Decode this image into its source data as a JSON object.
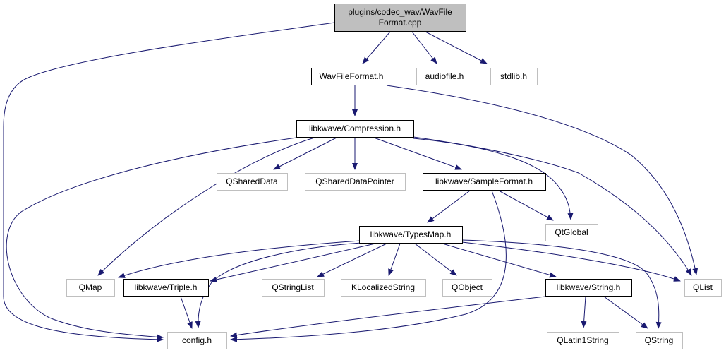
{
  "colors": {
    "edge": "#191970",
    "root_fill": "#bfbfbf",
    "root_border": "#000000",
    "documented_border": "#000000",
    "external_border": "#bfbfbf",
    "node_fill": "#ffffff",
    "text": "#000000"
  },
  "nodes": {
    "root": {
      "lines": [
        "plugins/codec_wav/WavFile",
        "Format.cpp"
      ],
      "kind": "root"
    },
    "wavfileformat_h": {
      "lines": [
        "WavFileFormat.h"
      ],
      "kind": "documented"
    },
    "audiofile_h": {
      "lines": [
        "audiofile.h"
      ],
      "kind": "external"
    },
    "stdlib_h": {
      "lines": [
        "stdlib.h"
      ],
      "kind": "external"
    },
    "compression_h": {
      "lines": [
        "libkwave/Compression.h"
      ],
      "kind": "documented"
    },
    "qshareddata": {
      "lines": [
        "QSharedData"
      ],
      "kind": "external"
    },
    "qshareddatapointer": {
      "lines": [
        "QSharedDataPointer"
      ],
      "kind": "external"
    },
    "sampleformat_h": {
      "lines": [
        "libkwave/SampleFormat.h"
      ],
      "kind": "documented"
    },
    "qtglobal": {
      "lines": [
        "QtGlobal"
      ],
      "kind": "external"
    },
    "typesmap_h": {
      "lines": [
        "libkwave/TypesMap.h"
      ],
      "kind": "documented"
    },
    "qmap": {
      "lines": [
        "QMap"
      ],
      "kind": "external"
    },
    "triple_h": {
      "lines": [
        "libkwave/Triple.h"
      ],
      "kind": "documented"
    },
    "qstringlist": {
      "lines": [
        "QStringList"
      ],
      "kind": "external"
    },
    "klocalizedstring": {
      "lines": [
        "KLocalizedString"
      ],
      "kind": "external"
    },
    "qobject": {
      "lines": [
        "QObject"
      ],
      "kind": "external"
    },
    "string_h": {
      "lines": [
        "libkwave/String.h"
      ],
      "kind": "documented"
    },
    "qlist": {
      "lines": [
        "QList"
      ],
      "kind": "external"
    },
    "config_h": {
      "lines": [
        "config.h"
      ],
      "kind": "external"
    },
    "qlatin1string": {
      "lines": [
        "QLatin1String"
      ],
      "kind": "external"
    },
    "qstring": {
      "lines": [
        "QString"
      ],
      "kind": "external"
    }
  },
  "edges": [
    [
      "root",
      "wavfileformat_h"
    ],
    [
      "root",
      "audiofile_h"
    ],
    [
      "root",
      "stdlib_h"
    ],
    [
      "root",
      "config_h"
    ],
    [
      "wavfileformat_h",
      "compression_h"
    ],
    [
      "wavfileformat_h",
      "qlist"
    ],
    [
      "compression_h",
      "qshareddata"
    ],
    [
      "compression_h",
      "qshareddatapointer"
    ],
    [
      "compression_h",
      "sampleformat_h"
    ],
    [
      "compression_h",
      "qtglobal"
    ],
    [
      "compression_h",
      "qmap"
    ],
    [
      "compression_h",
      "config_h"
    ],
    [
      "compression_h",
      "qlist"
    ],
    [
      "sampleformat_h",
      "typesmap_h"
    ],
    [
      "sampleformat_h",
      "qtglobal"
    ],
    [
      "sampleformat_h",
      "config_h"
    ],
    [
      "typesmap_h",
      "qmap"
    ],
    [
      "typesmap_h",
      "triple_h"
    ],
    [
      "typesmap_h",
      "qstringlist"
    ],
    [
      "typesmap_h",
      "klocalizedstring"
    ],
    [
      "typesmap_h",
      "qobject"
    ],
    [
      "typesmap_h",
      "string_h"
    ],
    [
      "typesmap_h",
      "qlist"
    ],
    [
      "typesmap_h",
      "qstring"
    ],
    [
      "typesmap_h",
      "config_h"
    ],
    [
      "triple_h",
      "config_h"
    ],
    [
      "string_h",
      "qlatin1string"
    ],
    [
      "string_h",
      "qstring"
    ],
    [
      "string_h",
      "config_h"
    ]
  ]
}
